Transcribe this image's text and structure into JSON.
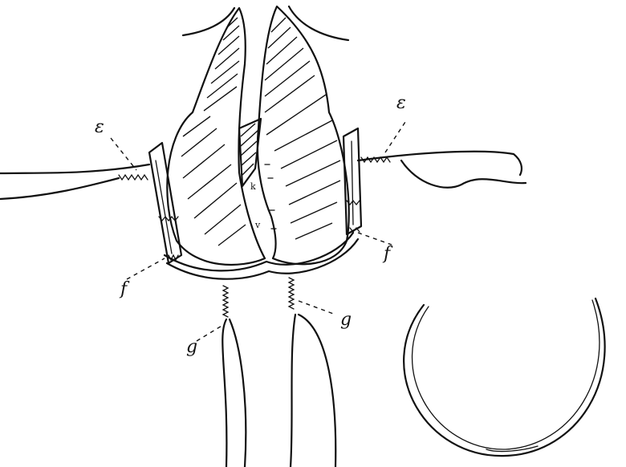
{
  "labels": {
    "e_left": "ε",
    "e_right": "ε",
    "f_left": "f",
    "f_right": "f",
    "g_left": "g",
    "g_right": "g",
    "mark_upper": "k",
    "mark_lower": "v"
  },
  "icons": {
    "needle": "curved-suture-needle-icon"
  }
}
